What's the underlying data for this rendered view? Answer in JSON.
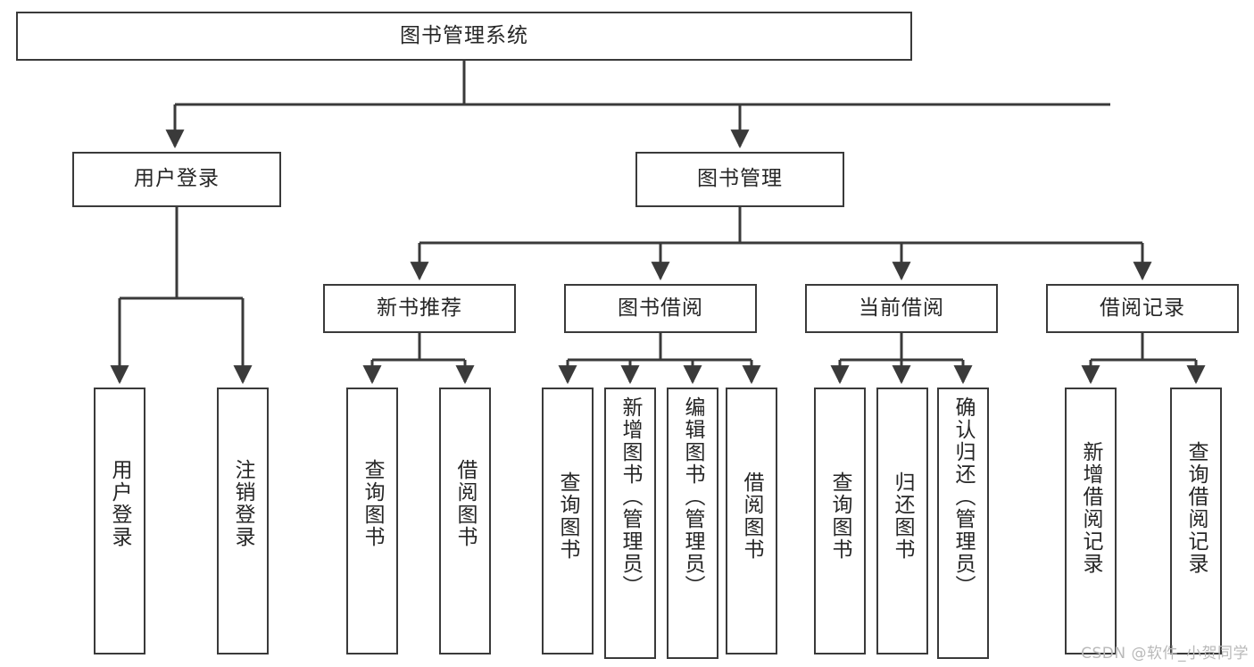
{
  "diagram": {
    "title": "图书管理系统",
    "type": "tree",
    "orientation": "top-down",
    "colors": {
      "box_border": "#3a3a3a",
      "box_fill": "#ffffff",
      "edge": "#3a3a3a",
      "text": "#262626",
      "watermark": "#b9b9b9",
      "background": "#ffffff"
    },
    "root": {
      "label": "图书管理系统",
      "text_orientation": "horizontal"
    },
    "level2": [
      {
        "label": "用户登录",
        "text_orientation": "horizontal"
      },
      {
        "label": "图书管理",
        "text_orientation": "horizontal"
      }
    ],
    "level3": [
      {
        "label": "新书推荐",
        "text_orientation": "horizontal",
        "parent": "图书管理"
      },
      {
        "label": "图书借阅",
        "text_orientation": "horizontal",
        "parent": "图书管理"
      },
      {
        "label": "当前借阅",
        "text_orientation": "horizontal",
        "parent": "图书管理"
      },
      {
        "label": "借阅记录",
        "text_orientation": "horizontal",
        "parent": "图书管理"
      }
    ],
    "leaves": {
      "user_login": [
        {
          "label": "用户登录",
          "text_orientation": "vertical"
        },
        {
          "label": "注销登录",
          "text_orientation": "vertical"
        }
      ],
      "new_book_recommend": [
        {
          "label": "查询图书",
          "text_orientation": "vertical"
        },
        {
          "label": "借阅图书",
          "text_orientation": "vertical"
        }
      ],
      "book_borrow": [
        {
          "label": "查询图书",
          "text_orientation": "vertical"
        },
        {
          "label": "新增图书（管理员）",
          "text_orientation": "vertical"
        },
        {
          "label": "编辑图书（管理员）",
          "text_orientation": "vertical"
        },
        {
          "label": "借阅图书",
          "text_orientation": "vertical"
        }
      ],
      "current_borrow": [
        {
          "label": "查询图书",
          "text_orientation": "vertical"
        },
        {
          "label": "归还图书",
          "text_orientation": "vertical"
        },
        {
          "label": "确认归还（管理员）",
          "text_orientation": "vertical"
        }
      ],
      "borrow_record": [
        {
          "label": "新增借阅记录",
          "text_orientation": "vertical"
        },
        {
          "label": "查询借阅记录",
          "text_orientation": "vertical"
        }
      ]
    },
    "watermark": "CSDN @软件_小贺同学"
  }
}
